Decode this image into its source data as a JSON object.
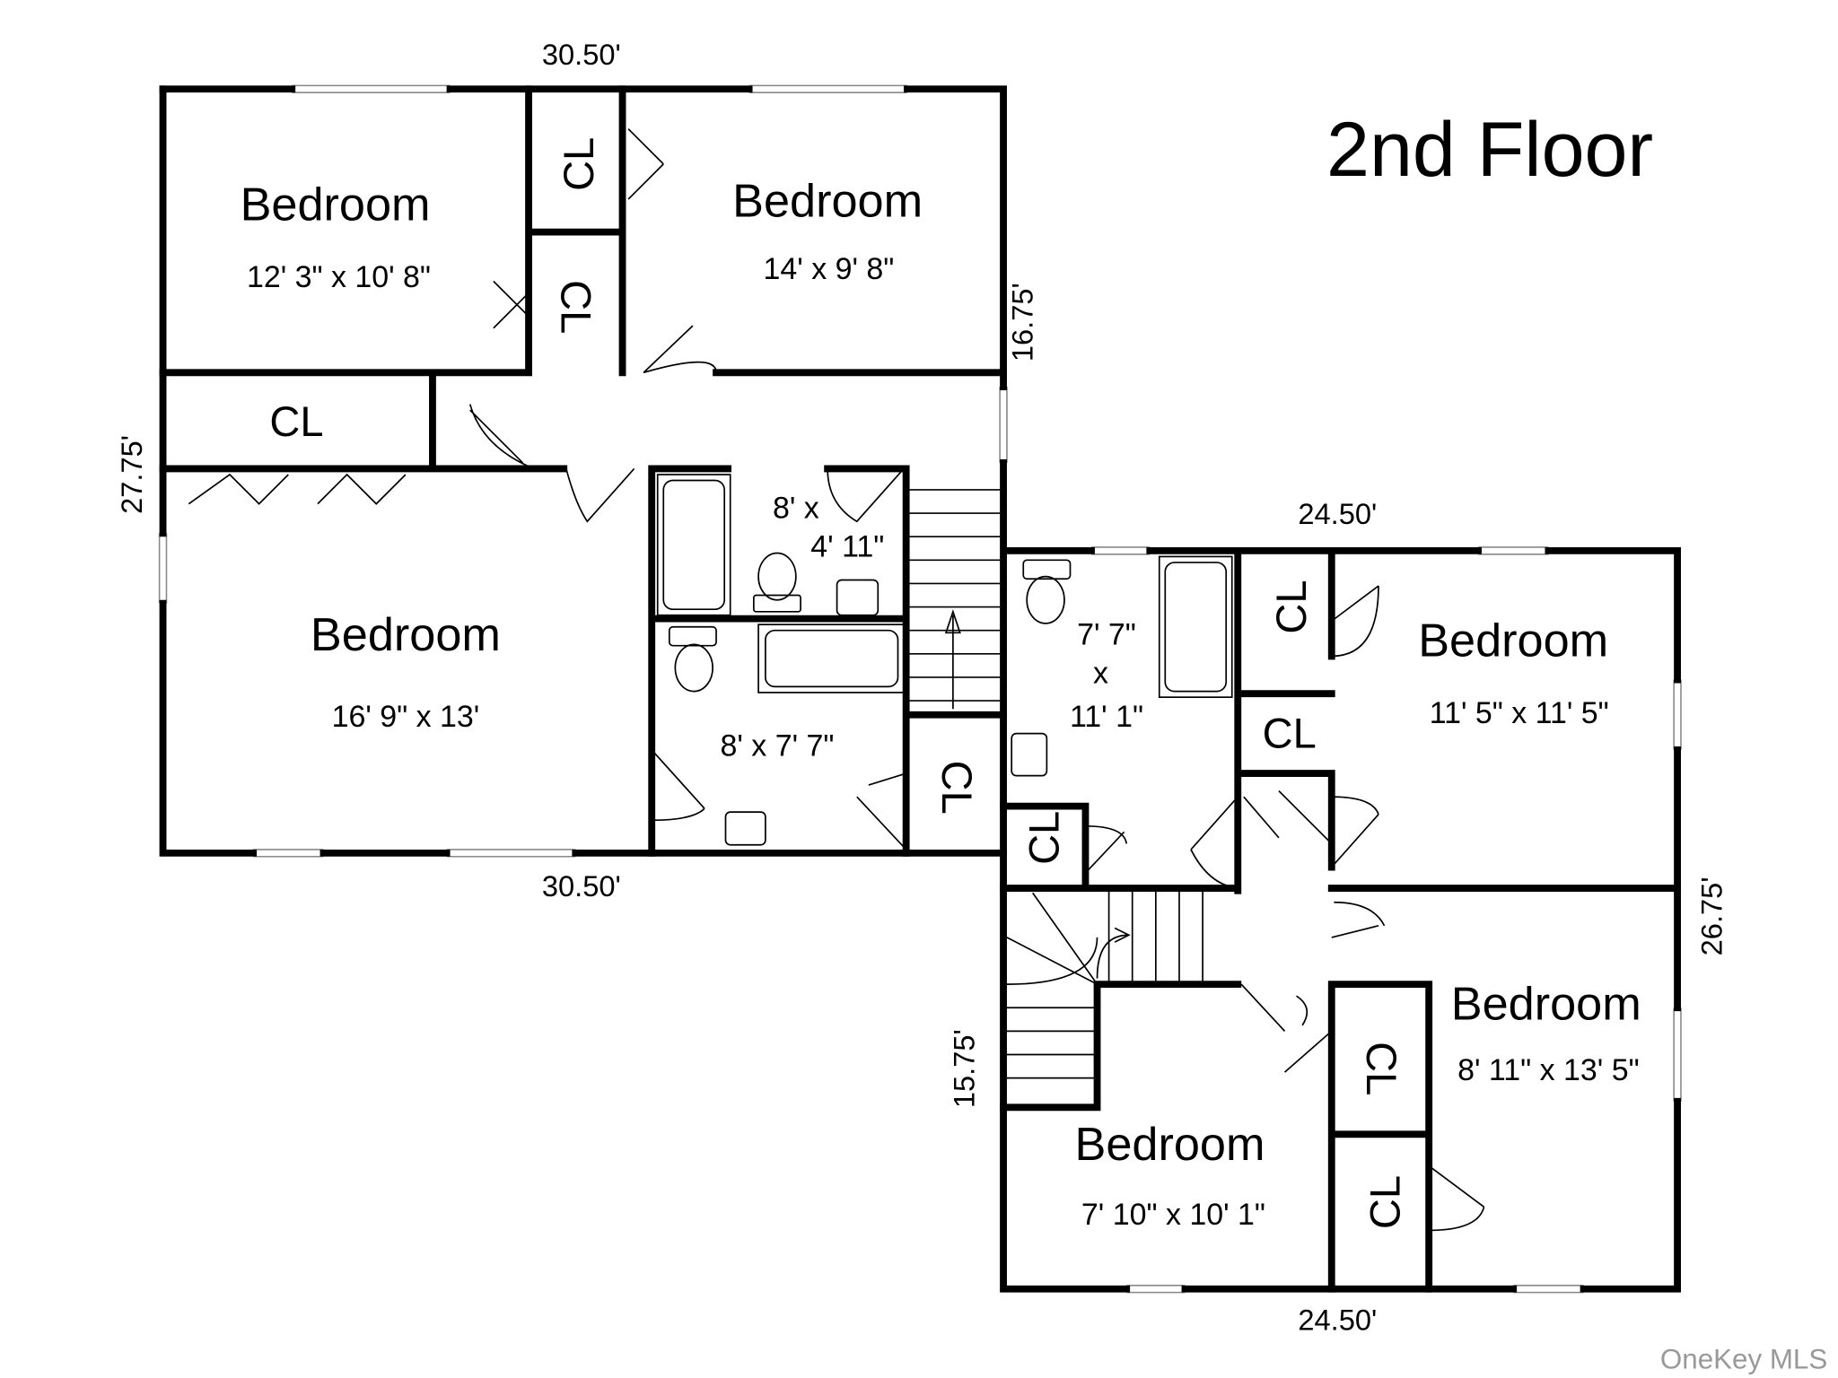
{
  "title": "2nd Floor",
  "watermark": "OneKey MLS",
  "measurements": {
    "top_left": "30.50'",
    "bottom_left": "30.50'",
    "left_side": "27.75'",
    "right_upper": "16.75'",
    "top_right": "24.50'",
    "bottom_right": "24.50'",
    "right_side": "26.75'",
    "lower_left": "15.75'"
  },
  "rooms": [
    {
      "label": "Bedroom",
      "size": "12' 3\" x 10' 8\""
    },
    {
      "label": "Bedroom",
      "size": "14' x 9' 8\""
    },
    {
      "label": "Bedroom",
      "size": "16' 9\" x 13'"
    },
    {
      "label": "Bedroom",
      "size": "11' 5\" x 11' 5\""
    },
    {
      "label": "Bedroom",
      "size": "8' 11\" x 13' 5\""
    },
    {
      "label": "Bedroom",
      "size": "7' 10\" x 10' 1\""
    }
  ],
  "baths": [
    {
      "line1": "8' x",
      "line2": "4' 11\""
    },
    {
      "line1": "8' x 7' 7\""
    },
    {
      "line1": "7' 7\"",
      "line2": "x",
      "line3": "11' 1\""
    }
  ],
  "closet_label": "CL"
}
